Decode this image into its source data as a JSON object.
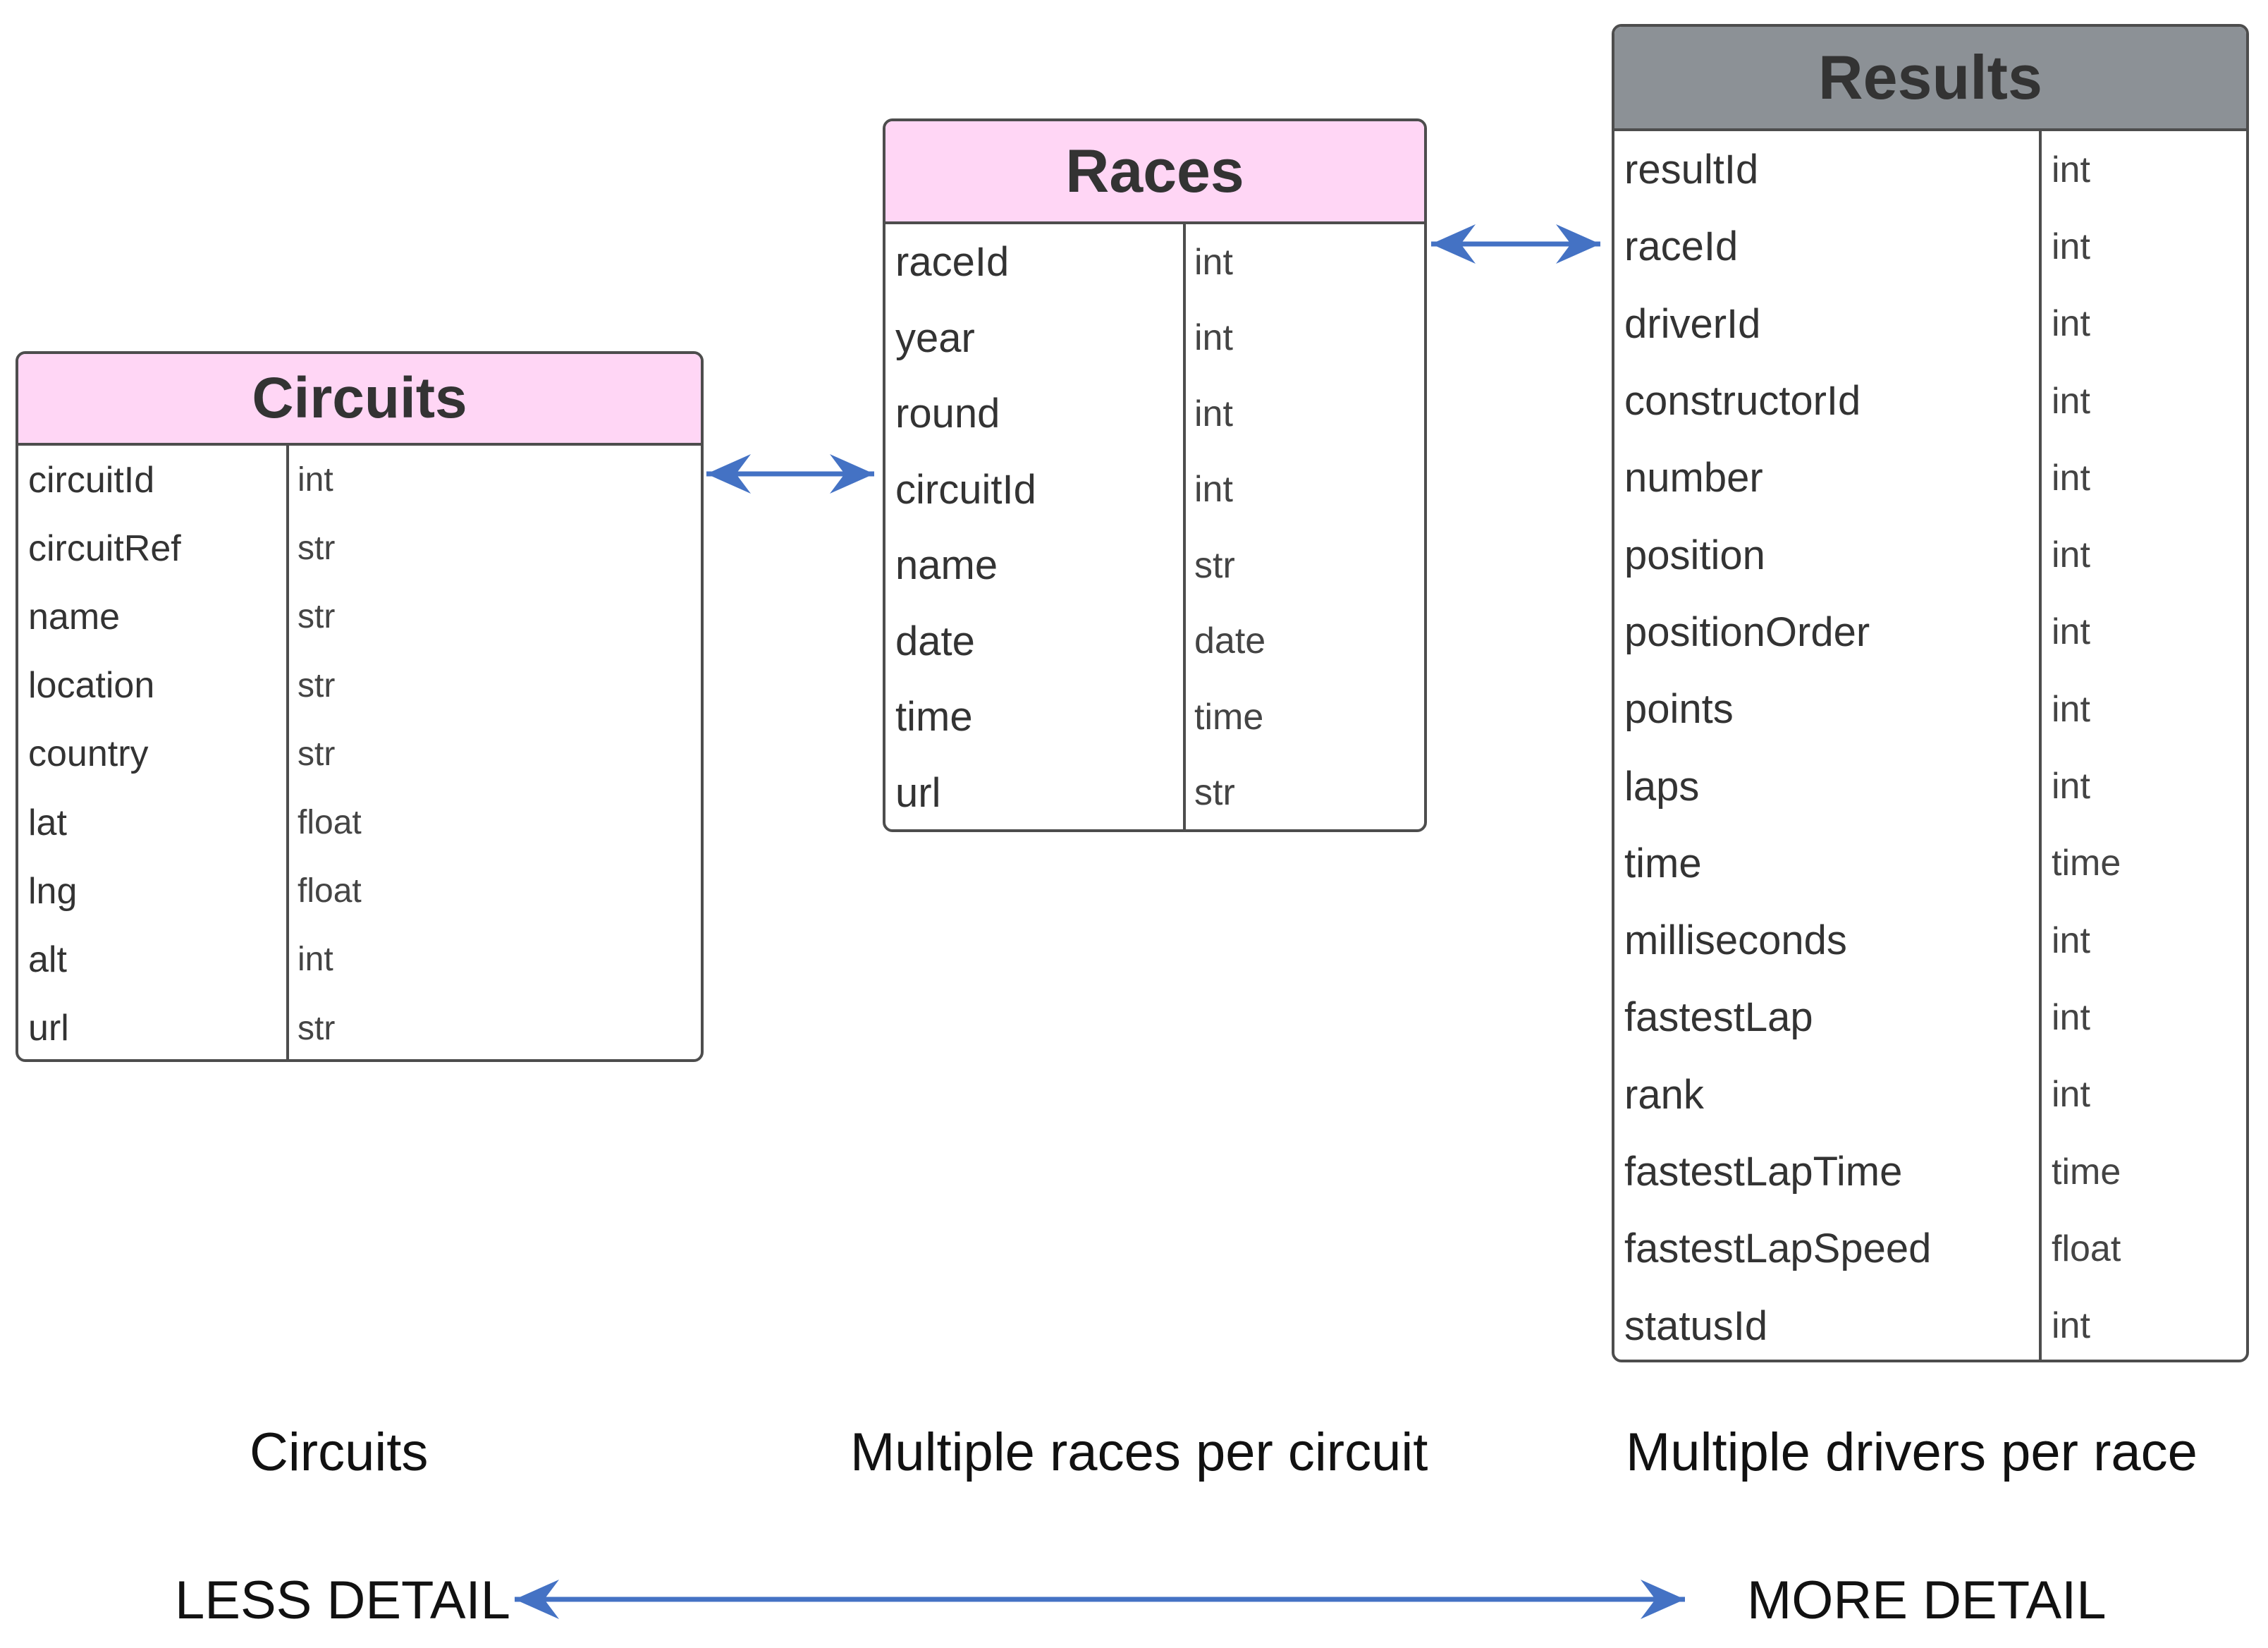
{
  "colors": {
    "entity_header": "#ffd6f5",
    "results_header": "#8c9196",
    "border": "#4d4d4d",
    "arrow": "#4472c4"
  },
  "tables": {
    "circuits": {
      "title": "Circuits",
      "fields": [
        {
          "name": "circuitId",
          "type": "int"
        },
        {
          "name": "circuitRef",
          "type": "str"
        },
        {
          "name": "name",
          "type": "str"
        },
        {
          "name": "location",
          "type": "str"
        },
        {
          "name": "country",
          "type": "str"
        },
        {
          "name": "lat",
          "type": "float"
        },
        {
          "name": "lng",
          "type": "float"
        },
        {
          "name": "alt",
          "type": "int"
        },
        {
          "name": "url",
          "type": "str"
        }
      ]
    },
    "races": {
      "title": "Races",
      "fields": [
        {
          "name": "raceId",
          "type": "int"
        },
        {
          "name": "year",
          "type": "int"
        },
        {
          "name": "round",
          "type": "int"
        },
        {
          "name": "circuitId",
          "type": "int"
        },
        {
          "name": "name",
          "type": "str"
        },
        {
          "name": "date",
          "type": "date"
        },
        {
          "name": "time",
          "type": "time"
        },
        {
          "name": "url",
          "type": "str"
        }
      ]
    },
    "results": {
      "title": "Results",
      "fields": [
        {
          "name": "resultId",
          "type": "int"
        },
        {
          "name": "raceId",
          "type": "int"
        },
        {
          "name": "driverId",
          "type": "int"
        },
        {
          "name": "constructorId",
          "type": "int"
        },
        {
          "name": "number",
          "type": "int"
        },
        {
          "name": "position",
          "type": "int"
        },
        {
          "name": "positionOrder",
          "type": "int"
        },
        {
          "name": "points",
          "type": "int"
        },
        {
          "name": "laps",
          "type": "int"
        },
        {
          "name": "time",
          "type": "time"
        },
        {
          "name": "milliseconds",
          "type": "int"
        },
        {
          "name": "fastestLap",
          "type": "int"
        },
        {
          "name": "rank",
          "type": "int"
        },
        {
          "name": "fastestLapTime",
          "type": "time"
        },
        {
          "name": "fastestLapSpeed",
          "type": "float"
        },
        {
          "name": "statusId",
          "type": "int"
        }
      ]
    }
  },
  "captions": {
    "circuits": "Circuits",
    "races": "Multiple races per circuit",
    "results": "Multiple drivers per race"
  },
  "scale": {
    "less": "LESS DETAIL",
    "more": "MORE DETAIL"
  },
  "relations": [
    {
      "from": "circuits.circuitId",
      "to": "races.circuitId",
      "direction": "both"
    },
    {
      "from": "races.raceId",
      "to": "results.raceId",
      "direction": "both"
    }
  ]
}
